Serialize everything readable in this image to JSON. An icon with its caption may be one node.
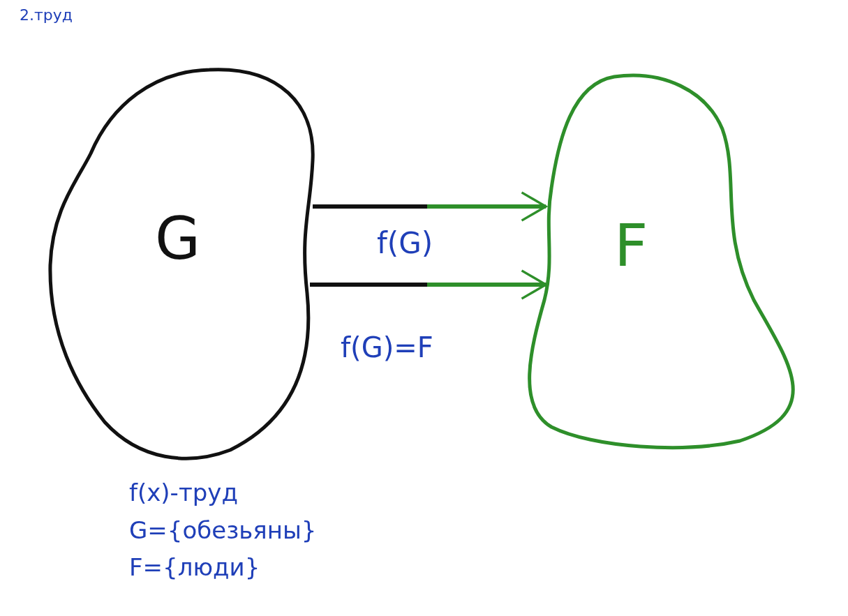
{
  "diagram": {
    "title": "2.труд",
    "nodes": [
      {
        "text": [
          "G"
        ]
      },
      {
        "text": [
          "F"
        ]
      }
    ],
    "edges": [
      {
        "from": 0,
        "to": 1,
        "arrow": "to"
      },
      {
        "from": 0,
        "to": 1,
        "arrow": "to"
      }
    ],
    "labels": [
      "f(G)",
      "f(G)=F",
      "f(x)-труд",
      "G={обезьяны}",
      "F={люди}"
    ]
  }
}
